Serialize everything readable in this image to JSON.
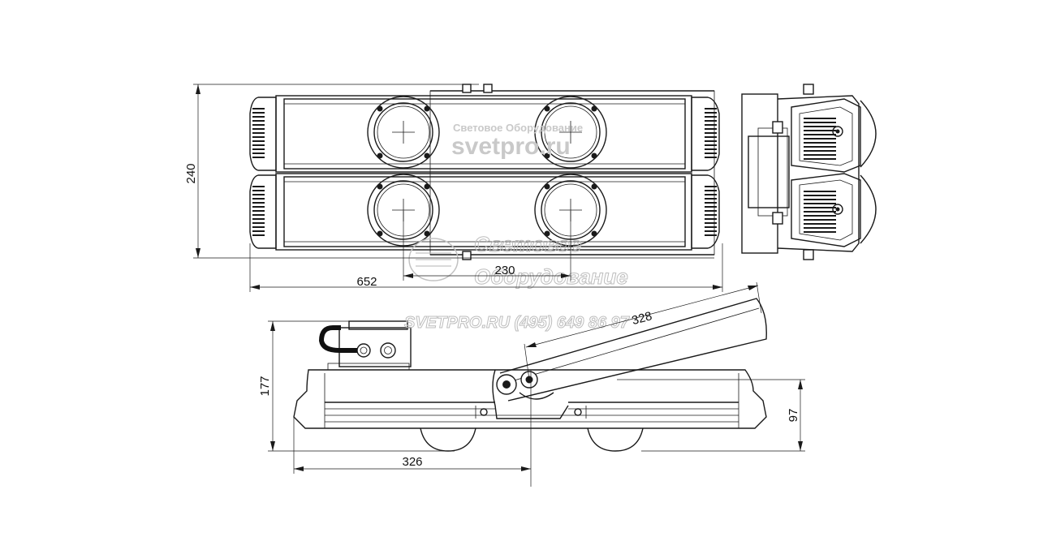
{
  "dimensions": {
    "height_top_view": "240",
    "total_length": "652",
    "lens_spacing": "230",
    "side_height": "177",
    "side_half_length": "326",
    "bracket_length": "328",
    "body_height": "97"
  },
  "watermark": {
    "top_small": "Световое Оборудование",
    "top_large": "svetpro.ru",
    "mid_line1": "Световое",
    "mid_line2": "Оборудование",
    "bottom_line": "SVETPRO.RU   (495) 649 86 97"
  },
  "colors": {
    "line": "#1a1a1a",
    "watermark": "#c9c9c9",
    "background": "#ffffff"
  }
}
